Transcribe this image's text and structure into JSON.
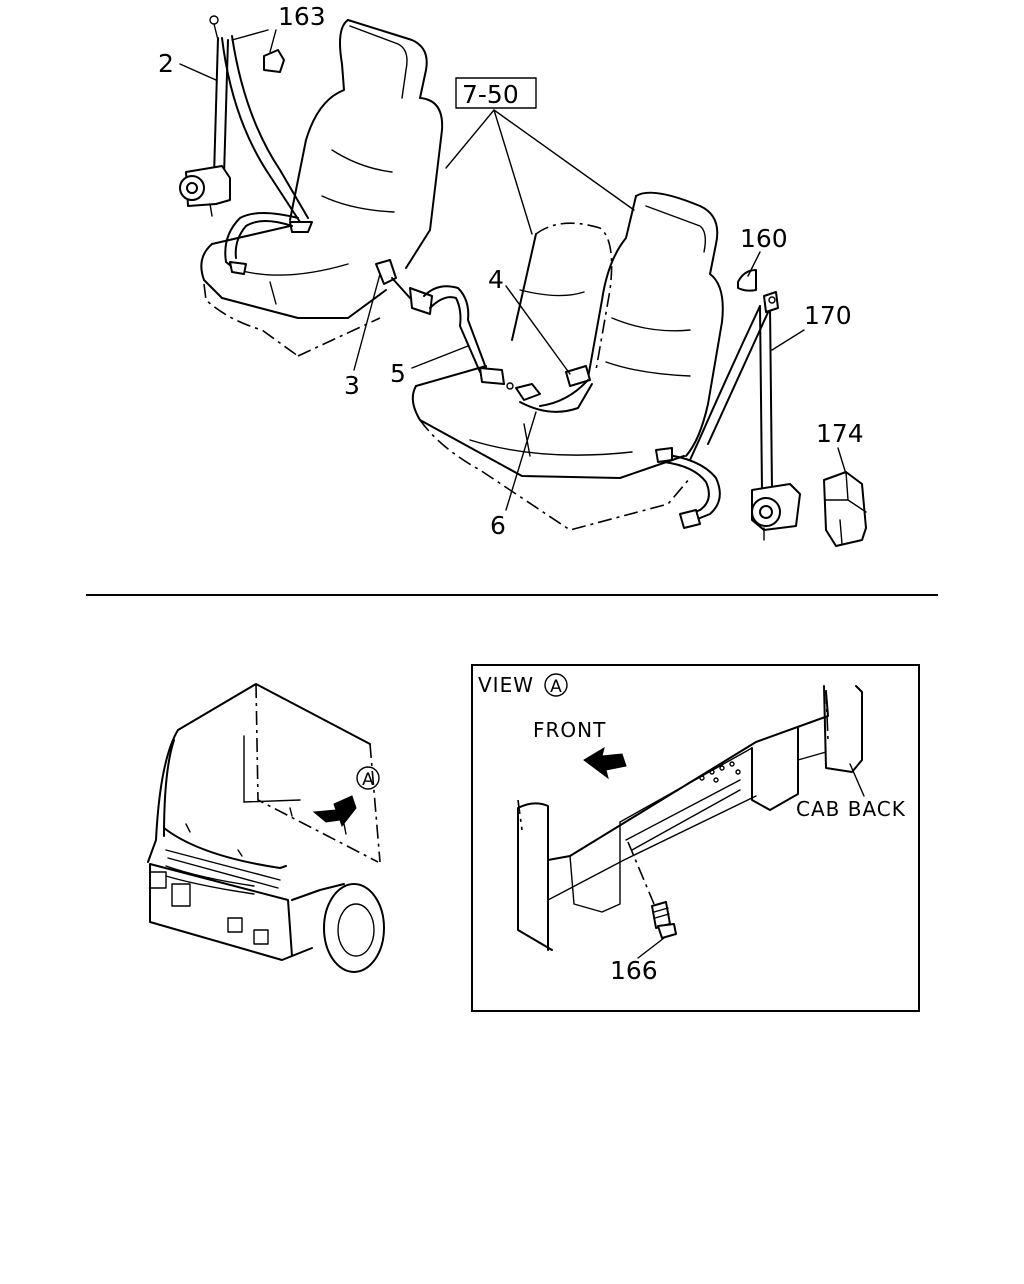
{
  "callouts": {
    "c163": "163",
    "c2": "2",
    "c7_50": "7-50",
    "c160": "160",
    "c170": "170",
    "c4": "4",
    "c5": "5",
    "c3": "3",
    "c174": "174",
    "c6": "6",
    "c166": "166"
  },
  "view_panel": {
    "title": "VIEW",
    "marker": "A",
    "front_label": "FRONT",
    "cab_back_label": "CAB BACK"
  },
  "cab_view": {
    "marker": "A"
  }
}
